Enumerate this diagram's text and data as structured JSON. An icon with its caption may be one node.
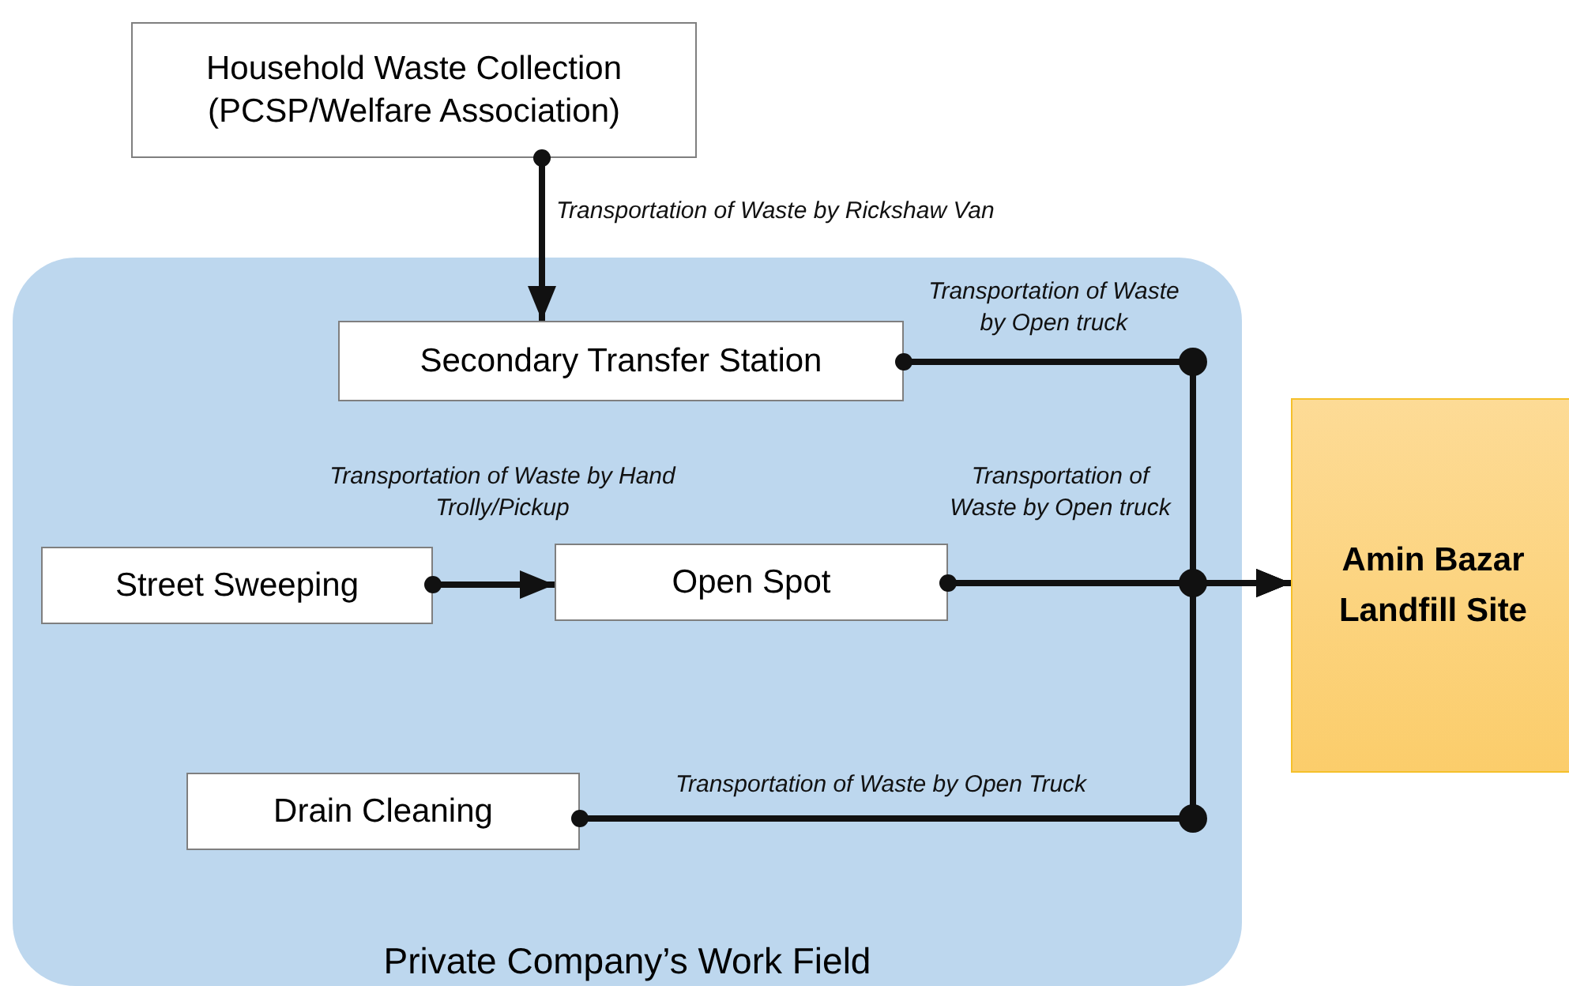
{
  "diagram": {
    "nodes": [
      {
        "text": [
          "Private Company’s Work Field"
        ]
      },
      {
        "text": [
          "Household Waste Collection (PCSP/Welfare Association)"
        ]
      },
      {
        "text": [
          "Secondary Transfer Station"
        ],
        "in": 0
      },
      {
        "text": [
          "Street Sweeping"
        ],
        "in": 0
      },
      {
        "text": [
          "Open Spot"
        ],
        "in": 0
      },
      {
        "text": [
          "Drain Cleaning"
        ],
        "in": 0
      },
      {
        "text": [
          "Amin Bazar Landfill Site"
        ]
      }
    ],
    "edges": [
      {
        "from": 1,
        "to": 2,
        "arrow": "to",
        "label": "Transportation of Waste by Rickshaw Van"
      },
      {
        "from": 2,
        "to": 6,
        "arrow": "to",
        "label": "Transportation of Waste by Open truck"
      },
      {
        "from": 3,
        "to": 4,
        "arrow": "to",
        "label": "Transportation of Waste by Hand Trolly/Pickup"
      },
      {
        "from": 4,
        "to": 6,
        "arrow": "to",
        "label": "Transportation of Waste by Open truck"
      },
      {
        "from": 5,
        "to": 6,
        "arrow": "to",
        "label": "Transportation of Waste by Open Truck"
      }
    ]
  }
}
